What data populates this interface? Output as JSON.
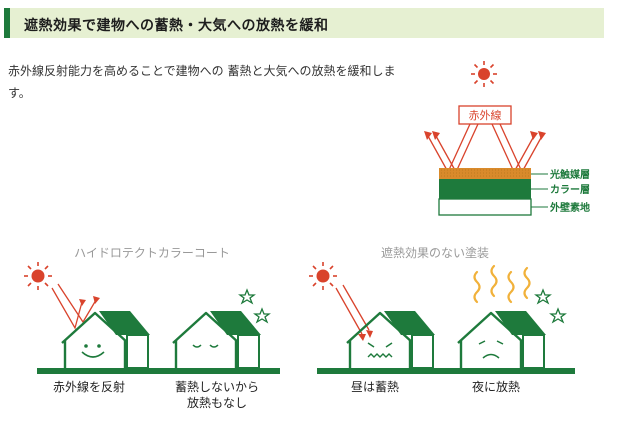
{
  "section": {
    "title": "遮熱効果で建物への蓄熱・大気への放熱を緩和"
  },
  "description": "赤外線反射能力を高めることで建物への 蓄熱と大気への放熱を緩和します。",
  "layer_diagram": {
    "ray_label": "赤外線",
    "layers": [
      "光触媒層",
      "カラー層",
      "外壁素地"
    ]
  },
  "panels": {
    "left": {
      "heading": "ハイドロテクトカラーコート",
      "captions": [
        "赤外線を反射",
        "蓄熱しないから",
        "放熱もなし"
      ]
    },
    "right": {
      "heading": "遮熱効果のない塗装",
      "captions": [
        "昼は蓄熱",
        "夜に放熱"
      ]
    }
  },
  "colors": {
    "accent_green": "#1e7a3c",
    "header_bg": "#e6f0d2",
    "ray_red": "#d9432c",
    "sun_red": "#d9432c",
    "layer_orange": "#d98a2b",
    "heat_yellow": "#f1b13a"
  }
}
